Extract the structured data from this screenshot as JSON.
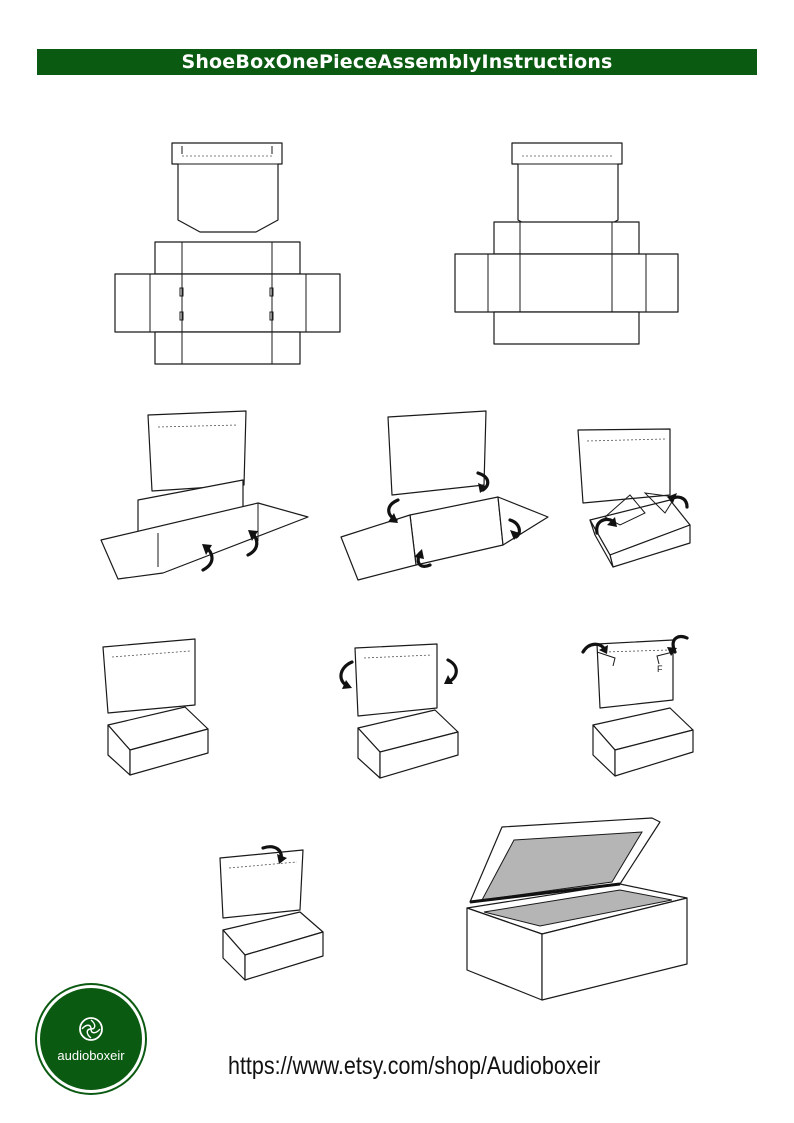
{
  "header": {
    "title": "ShoeBoxOnePieceAssemblyInstructions"
  },
  "steps": {
    "step6_fold_label": "F"
  },
  "footer": {
    "logo_text": "audioboxeir",
    "url": "https://www.etsy.com/shop/Audioboxeir"
  },
  "colors": {
    "brand_green": "#0b5a12",
    "box_interior": "#b5b5b5"
  }
}
